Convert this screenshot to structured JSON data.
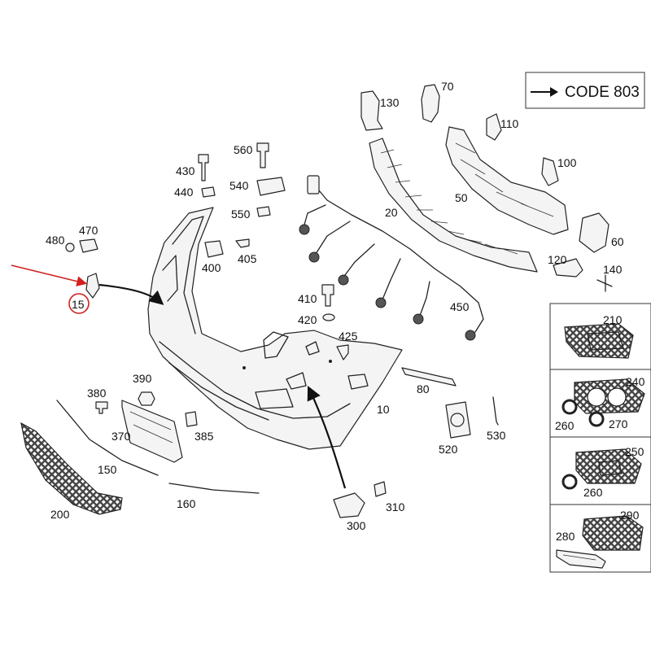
{
  "code_label": "CODE 803",
  "callouts": {
    "p10": "10",
    "p15": "15",
    "p20": "20",
    "p50": "50",
    "p60": "60",
    "p70": "70",
    "p80": "80",
    "p100": "100",
    "p110": "110",
    "p120": "120",
    "p130": "130",
    "p140": "140",
    "p150": "150",
    "p160": "160",
    "p200": "200",
    "p210": "210",
    "p240": "240",
    "p250": "250",
    "p260a": "260",
    "p260b": "260",
    "p270": "270",
    "p280": "280",
    "p290": "290",
    "p300": "300",
    "p310": "310",
    "p370": "370",
    "p380": "380",
    "p385": "385",
    "p390": "390",
    "p400": "400",
    "p405": "405",
    "p410": "410",
    "p420": "420",
    "p425": "425",
    "p430": "430",
    "p440": "440",
    "p450": "450",
    "p470": "470",
    "p480": "480",
    "p520": "520",
    "p530": "530",
    "p540": "540",
    "p550": "550",
    "p560": "560"
  },
  "highlight_color": "#d0201e"
}
